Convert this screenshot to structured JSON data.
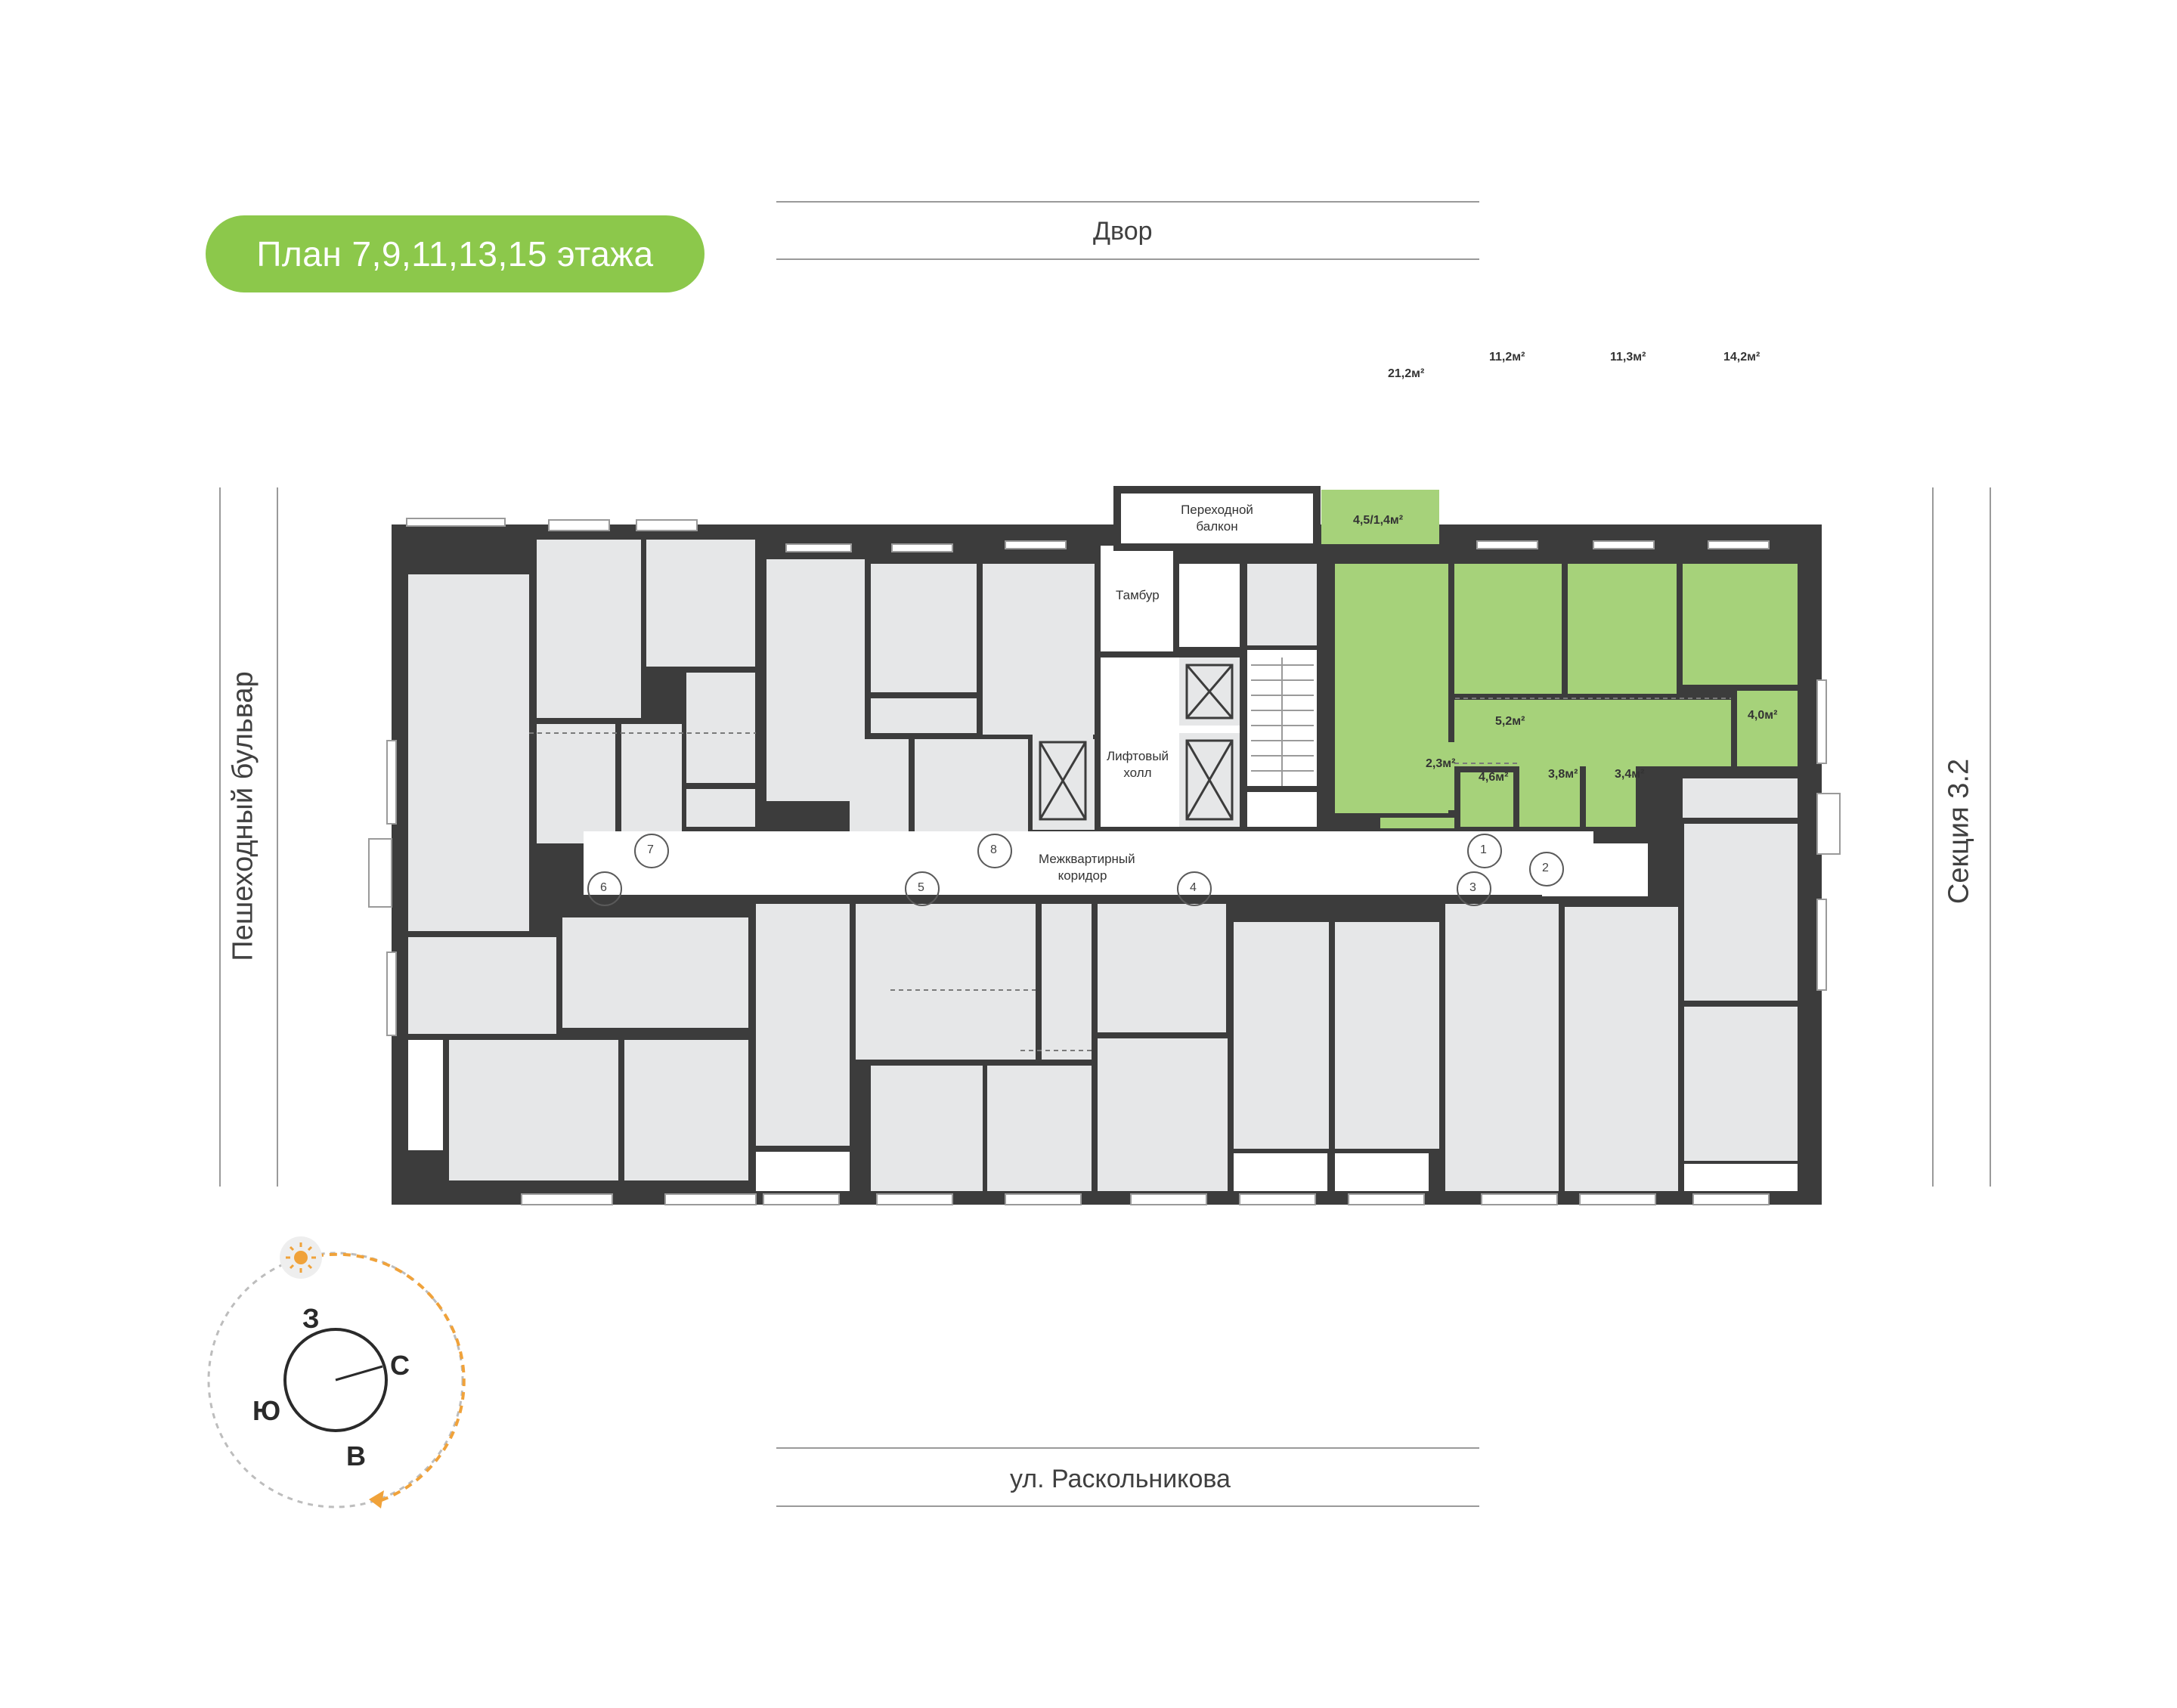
{
  "plan_title": "План 7,9,11,13,15 этажа",
  "streets": {
    "top": "Двор",
    "bottom": "ул. Раскольникова",
    "left": "Пешеходный бульвар",
    "right": "Секция 3.2"
  },
  "zones": {
    "balcony": "Переходной балкон",
    "tambour": "Тамбур",
    "lift_hall": "Лифтовый холл",
    "corridor": "Межквартирный коридор"
  },
  "highlighted_apartment": {
    "balcony_area": "4,5/1,4м²",
    "rooms": [
      "21,2м²",
      "11,2м²",
      "11,3м²",
      "14,2м²",
      "5,2м²",
      "4,0м²",
      "2,3м²",
      "4,6м²",
      "3,8м²",
      "3,4м²"
    ]
  },
  "door_numbers": [
    "7",
    "8",
    "6",
    "5",
    "4",
    "3",
    "1",
    "2"
  ],
  "compass": {
    "north": "С",
    "south": "Ю",
    "west": "З",
    "east": "В"
  },
  "colors": {
    "accent": "#8cc84b",
    "highlight": "#a6d27a",
    "room": "#e6e7e8",
    "wall": "#3c3c3c",
    "sun": "#f0a23a"
  }
}
